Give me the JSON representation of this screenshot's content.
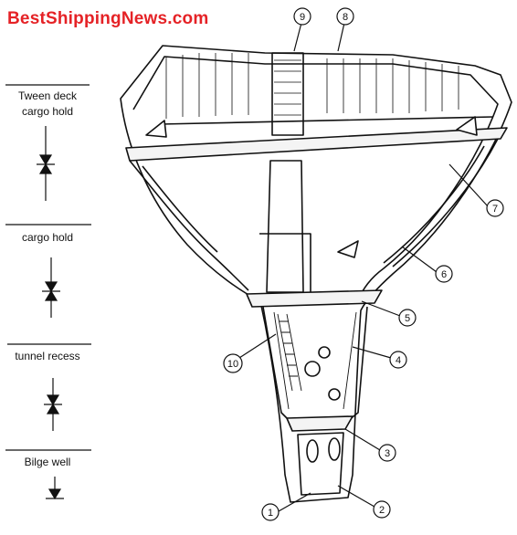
{
  "brand": "BestShippingNews.com",
  "side_labels": [
    {
      "line1": "Tween deck",
      "line2": "cargo hold"
    },
    {
      "line1": "cargo hold",
      "line2": ""
    },
    {
      "line1": "tunnel recess",
      "line2": ""
    },
    {
      "line1": "Bilge well",
      "line2": ""
    }
  ],
  "callouts": [
    "1",
    "2",
    "3",
    "4",
    "5",
    "6",
    "7",
    "8",
    "9",
    "10"
  ]
}
